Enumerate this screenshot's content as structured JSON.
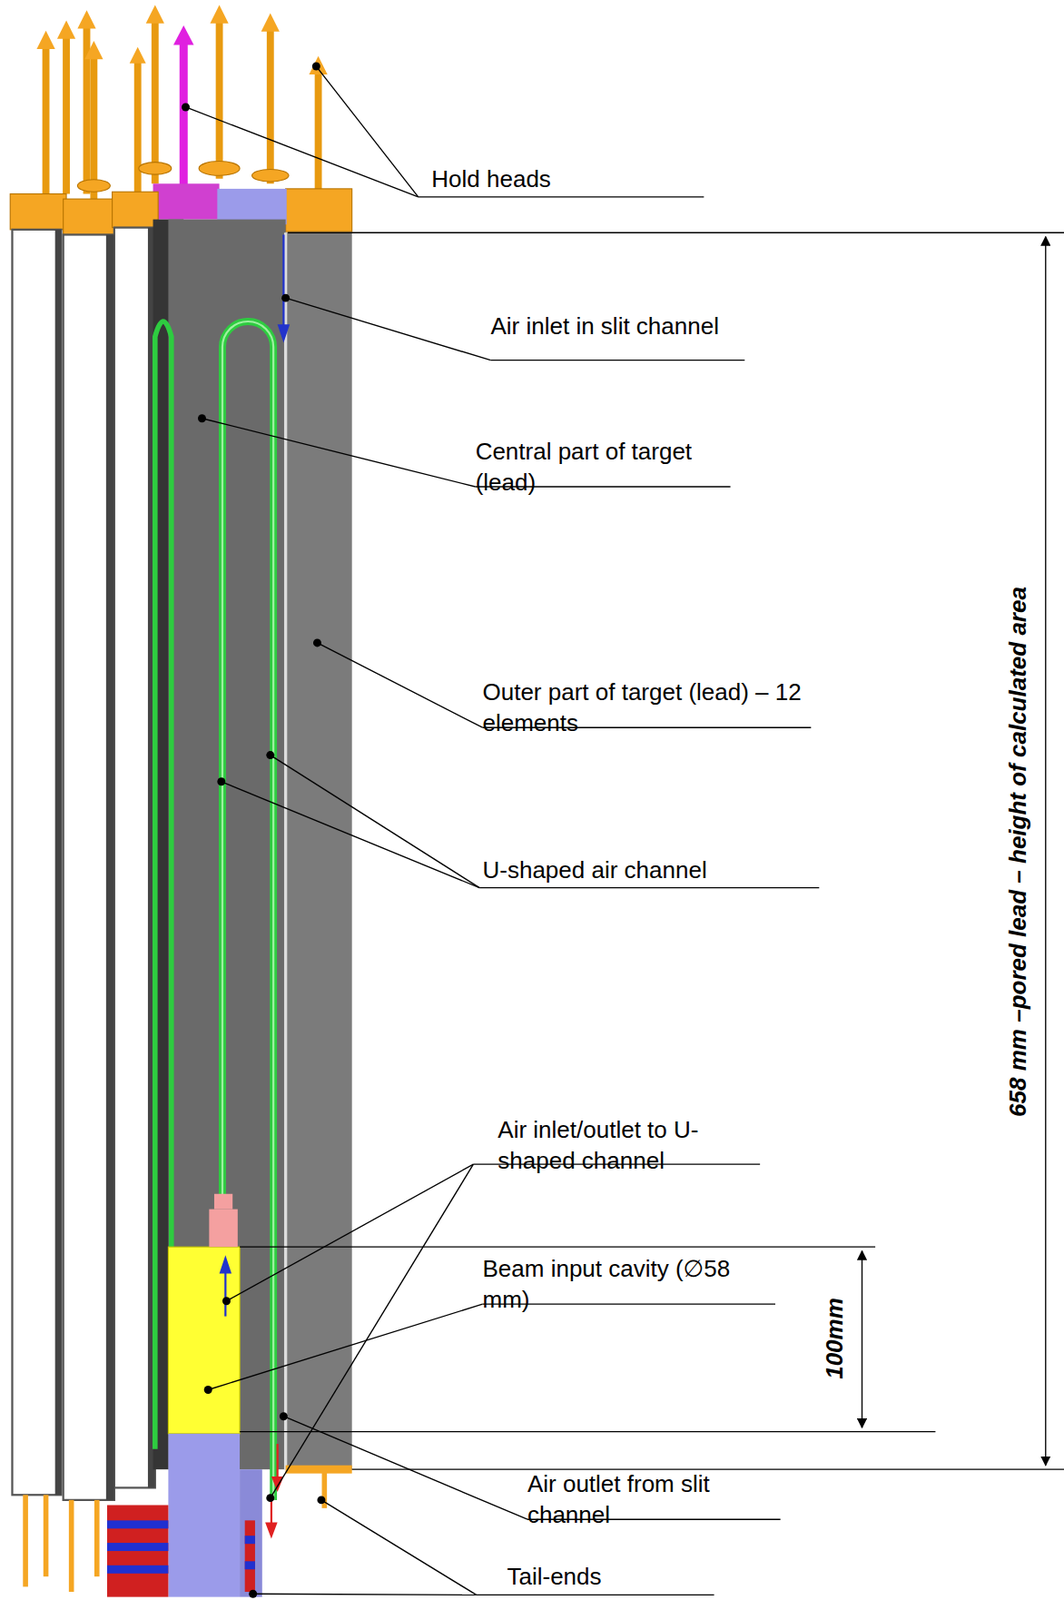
{
  "diagram": {
    "labels": [
      "Hold heads",
      "Air inlet in slit channel",
      "Central part of target (lead)",
      "Outer part of target (lead) – 12 elements",
      "U-shaped air channel",
      "Air inlet/outlet to U-shaped channel",
      "Beam input cavity (∅58 mm)",
      "100mm",
      "Air outlet from slit channel",
      "Tail-ends",
      "658 mm –pored lead – height of calculated area"
    ]
  }
}
